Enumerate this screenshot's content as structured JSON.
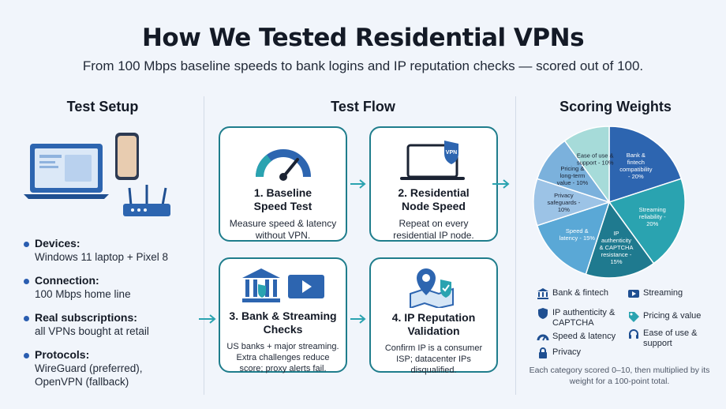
{
  "header": {
    "title": "How We Tested Residential VPNs",
    "subtitle": "From 100 Mbps baseline speeds to bank logins and IP reputation checks — scored out of 100."
  },
  "setup": {
    "heading": "Test Setup",
    "items": [
      {
        "title": "Devices:",
        "text": "Windows 11 laptop + Pixel 8"
      },
      {
        "title": "Connection:",
        "text": "100 Mbps home line"
      },
      {
        "title": "Real subscriptions:",
        "text": "all VPNs bought at retail"
      },
      {
        "title": "Protocols:",
        "text": "WireGuard (preferred), OpenVPN (fallback)"
      }
    ]
  },
  "flow": {
    "heading": "Test Flow",
    "cards": [
      {
        "title": "1. Baseline Speed Test",
        "desc": "Measure speed & latency without VPN.",
        "icon": "speedometer-icon"
      },
      {
        "title": "2. Residential Node Speed",
        "desc": "Repeat on every residential IP node.",
        "icon": "vpn-laptop-icon",
        "badge": "VPN"
      },
      {
        "title": "3. Bank & Streaming Checks",
        "desc": "US banks + major streaming. Extra challenges reduce score; proxy alerts fail.",
        "icon": "bank-play-icon"
      },
      {
        "title": "4. IP Reputation Validation",
        "desc": "Confirm IP is a consumer ISP; datacenter IPs disqualified.",
        "icon": "map-pin-shield-icon"
      }
    ]
  },
  "scoring": {
    "heading": "Scoring Weights",
    "colors": {
      "bank": "#2d65b0",
      "streaming": "#2aa3b0",
      "ip": "#1f7a8f",
      "speed": "#5aa8d6",
      "privacy": "#9cc3e6",
      "pricing": "#7bb1dc",
      "ease": "#a6dbd9"
    },
    "slices": [
      {
        "label": "Bank & fintech compatibility - 20%",
        "value": 20,
        "key": "bank"
      },
      {
        "label": "Streaming reliability - 20%",
        "value": 20,
        "key": "streaming"
      },
      {
        "label": "IP authenticity & CAPTCHA resistance - 15%",
        "value": 15,
        "key": "ip"
      },
      {
        "label": "Speed & latency - 15%",
        "value": 15,
        "key": "speed"
      },
      {
        "label": "Privacy safeguards - 10%",
        "value": 10,
        "key": "privacy"
      },
      {
        "label": "Pricing & long-term value - 10%",
        "value": 10,
        "key": "pricing"
      },
      {
        "label": "Ease of use & support - 10%",
        "value": 10,
        "key": "ease"
      }
    ],
    "legend": [
      {
        "label": "Bank & fintech",
        "icon": "bank-icon"
      },
      {
        "label": "Streaming",
        "icon": "play-icon"
      },
      {
        "label": "IP authenticity & CAPTCHA",
        "icon": "shield-icon"
      },
      {
        "label": "Pricing & value",
        "icon": "tag-icon"
      },
      {
        "label": "Speed & latency",
        "icon": "gauge-icon"
      },
      {
        "label": "Ease of use & support",
        "icon": "headset-icon"
      },
      {
        "label": "Privacy",
        "icon": "lock-icon"
      }
    ],
    "footnote": "Each category scored 0–10, then multiplied by its weight for a 100-point total."
  }
}
